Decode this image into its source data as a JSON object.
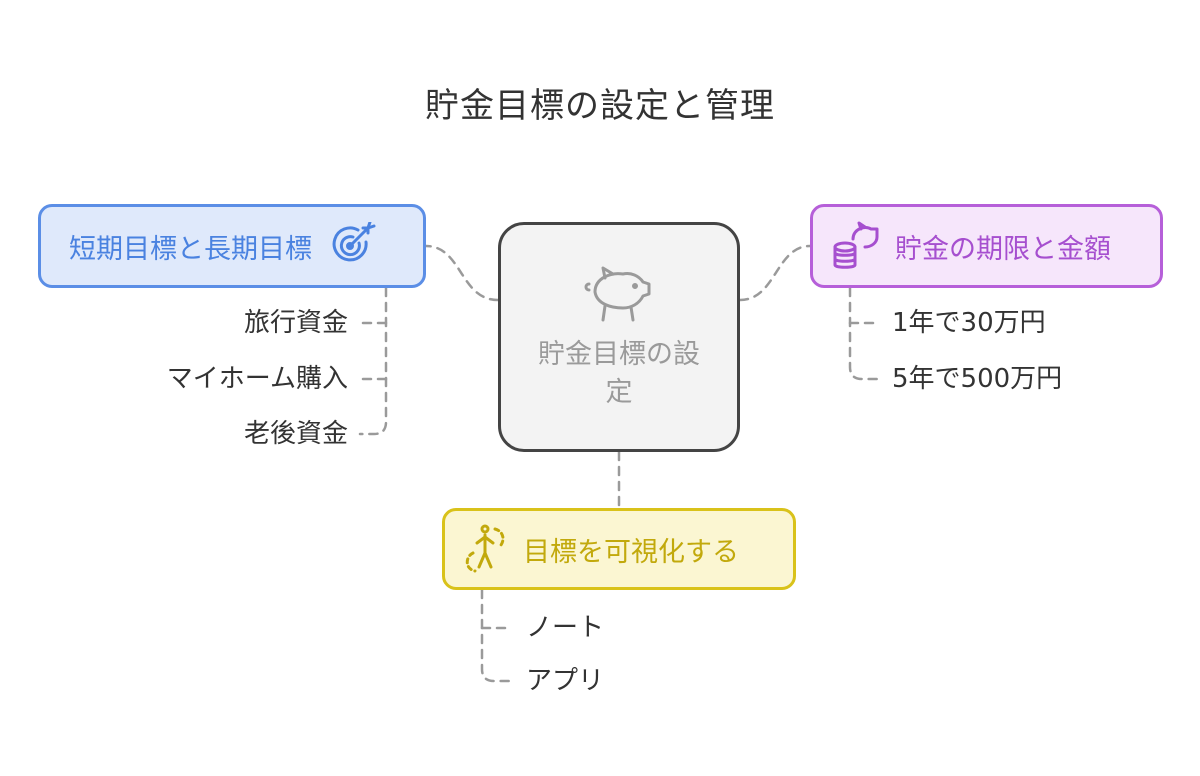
{
  "title": "貯金目標の設定と管理",
  "center": {
    "label": "貯金目標の設定"
  },
  "branches": {
    "goals": {
      "label": "短期目標と長期目標",
      "icon": "target-icon",
      "color": "#5b8ee6",
      "items": [
        "旅行資金",
        "マイホーム購入",
        "老後資金"
      ]
    },
    "deadline": {
      "label": "貯金の期限と金額",
      "icon": "piggy-coins-icon",
      "color": "#b65fd9",
      "items": [
        "1年で30万円",
        "5年で500万円"
      ]
    },
    "visualize": {
      "label": "目標を可視化する",
      "icon": "progress-walker-icon",
      "color": "#d9c21a",
      "items": [
        "ノート",
        "アプリ"
      ]
    }
  }
}
